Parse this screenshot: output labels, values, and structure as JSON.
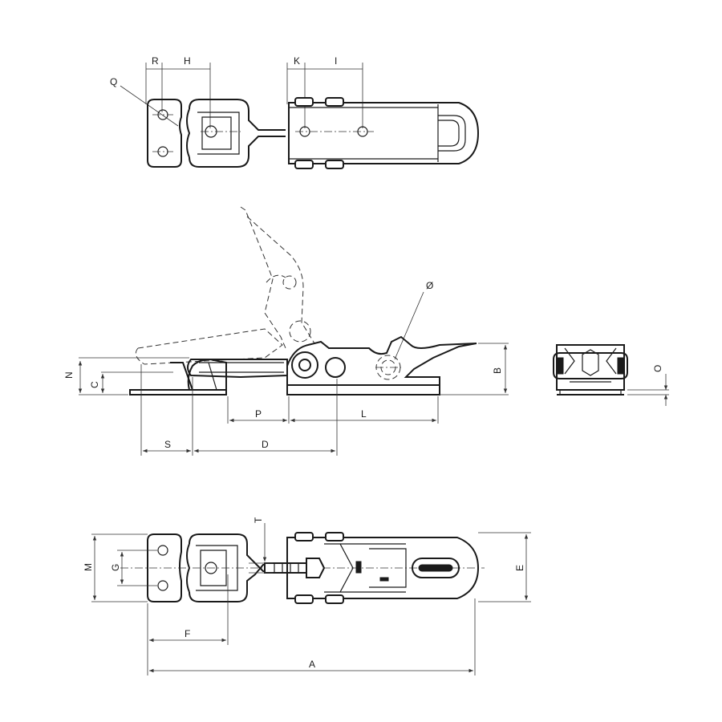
{
  "labels": {
    "A": "A",
    "B": "B",
    "C": "C",
    "D": "D",
    "E": "E",
    "F": "F",
    "G": "G",
    "H": "H",
    "I": "I",
    "K": "K",
    "L": "L",
    "M": "M",
    "N": "N",
    "O": "O",
    "P": "P",
    "Q": "Q",
    "R": "R",
    "S": "S",
    "T": "T",
    "diameter": "Ø"
  }
}
